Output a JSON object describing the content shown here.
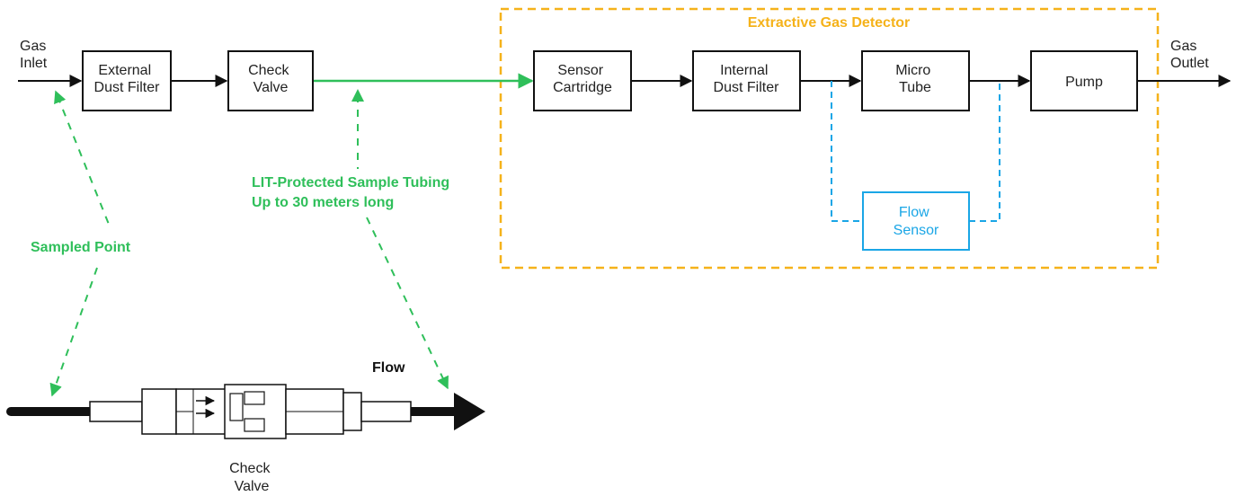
{
  "io": {
    "inlet": [
      "Gas",
      "Inlet"
    ],
    "outlet": [
      "Gas",
      "Outlet"
    ]
  },
  "boxes": {
    "external_dust_filter": [
      "External",
      "Dust Filter"
    ],
    "check_valve": [
      "Check",
      "Valve"
    ],
    "sensor_cartridge": [
      "Sensor",
      "Cartridge"
    ],
    "internal_dust_filter": [
      "Internal",
      "Dust Filter"
    ],
    "micro_tube": [
      "Micro",
      "Tube"
    ],
    "pump": [
      "Pump"
    ],
    "flow_sensor": [
      "Flow",
      "Sensor"
    ]
  },
  "detector_group": {
    "label": "Extractive Gas Detector"
  },
  "annotations": {
    "sampled_point": "Sampled Point",
    "tubing": [
      "LIT-Protected Sample Tubing",
      "Up to 30 meters long"
    ],
    "flow": "Flow",
    "check_valve_caption": [
      "Check",
      "Valve"
    ]
  },
  "colors": {
    "green": "#2fbf5a",
    "orange": "#f5b21a",
    "blue": "#1aa6e6",
    "black": "#111111"
  }
}
